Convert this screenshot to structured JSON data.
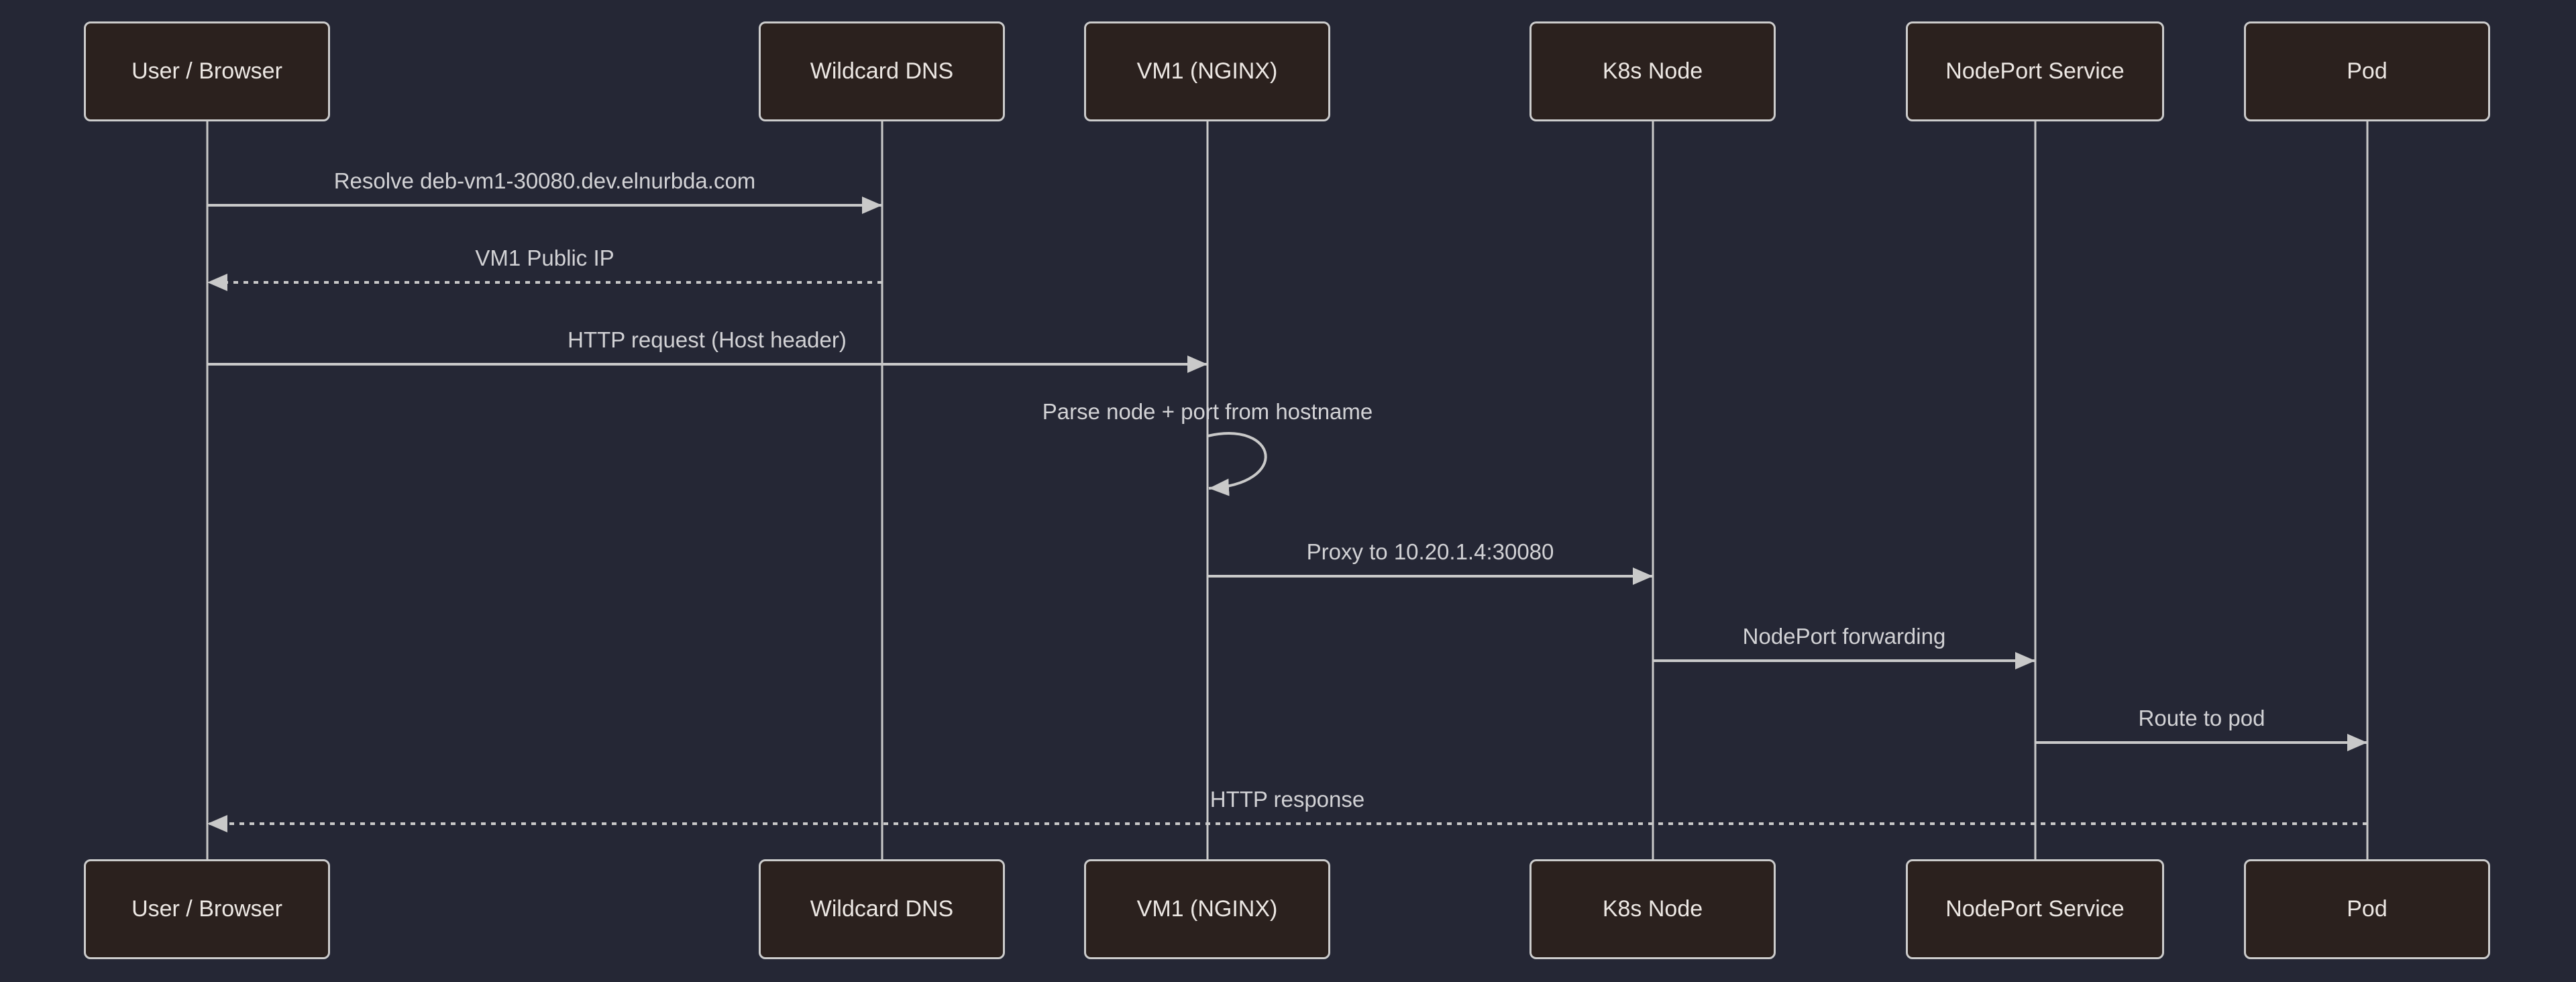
{
  "diagram": {
    "type": "sequence-diagram",
    "actors": [
      {
        "id": "user-browser",
        "label": "User / Browser"
      },
      {
        "id": "wildcard-dns",
        "label": "Wildcard DNS"
      },
      {
        "id": "vm1-nginx",
        "label": "VM1 (NGINX)"
      },
      {
        "id": "k8s-node",
        "label": "K8s Node"
      },
      {
        "id": "nodeport-service",
        "label": "NodePort Service"
      },
      {
        "id": "pod",
        "label": "Pod"
      }
    ],
    "messages": [
      {
        "from": "User / Browser",
        "to": "Wildcard DNS",
        "label": "Resolve deb-vm1-30080.dev.elnurbda.com",
        "line": "solid",
        "arrow": "filled"
      },
      {
        "from": "Wildcard DNS",
        "to": "User / Browser",
        "label": "VM1 Public IP",
        "line": "dotted",
        "arrow": "filled"
      },
      {
        "from": "User / Browser",
        "to": "VM1 (NGINX)",
        "label": "HTTP request (Host header)",
        "line": "solid",
        "arrow": "filled"
      },
      {
        "from": "VM1 (NGINX)",
        "to": "VM1 (NGINX)",
        "label": "Parse node + port from hostname",
        "line": "self-loop",
        "arrow": "filled"
      },
      {
        "from": "VM1 (NGINX)",
        "to": "K8s Node",
        "label": "Proxy to 10.20.1.4:30080",
        "line": "solid",
        "arrow": "filled"
      },
      {
        "from": "K8s Node",
        "to": "NodePort Service",
        "label": "NodePort forwarding",
        "line": "solid",
        "arrow": "filled"
      },
      {
        "from": "NodePort Service",
        "to": "Pod",
        "label": "Route to pod",
        "line": "solid",
        "arrow": "filled"
      },
      {
        "from": "Pod",
        "to": "User / Browser",
        "label": "HTTP response",
        "line": "dotted",
        "arrow": "filled"
      }
    ],
    "colors": {
      "bg": "#252735",
      "actor-fill": "#2b211e",
      "actor-border": "#cccccc",
      "actor-text": "#ece7e3",
      "line": "#c9c9c9",
      "msg-text": "#d2d2d5"
    }
  }
}
